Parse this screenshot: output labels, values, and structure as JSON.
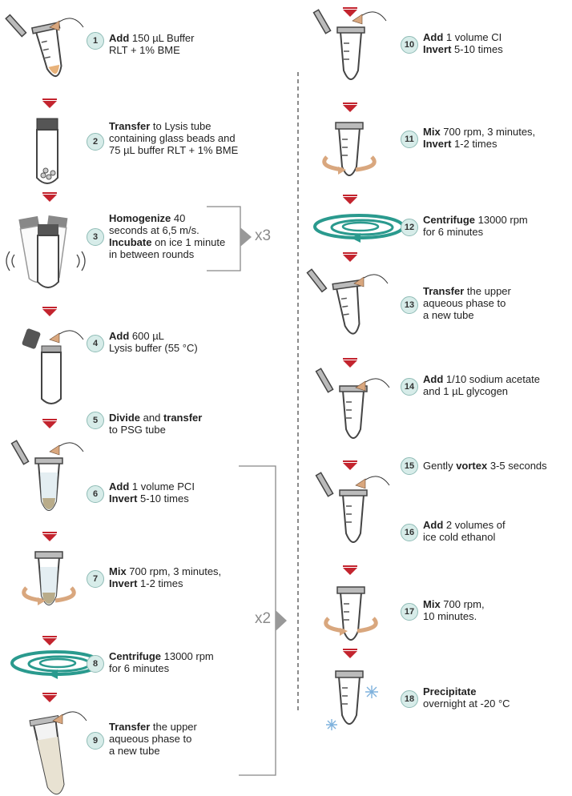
{
  "steps": [
    {
      "n": "1",
      "lines": [
        [
          "Add",
          " 150 µL Buffer"
        ],
        [
          "",
          "RLT + 1% BME"
        ]
      ]
    },
    {
      "n": "2",
      "lines": [
        [
          "Transfer",
          " to Lysis tube"
        ],
        [
          "",
          "containing glass beads and"
        ],
        [
          "",
          "75 µL buffer RLT + 1% BME"
        ]
      ]
    },
    {
      "n": "3",
      "lines": [
        [
          "Homogenize",
          " 40"
        ],
        [
          "",
          "seconds at 6,5 m/s."
        ],
        [
          "Incubate",
          " on ice 1 minute"
        ],
        [
          "",
          "in between rounds"
        ]
      ]
    },
    {
      "n": "4",
      "lines": [
        [
          "Add",
          " 600 µL"
        ],
        [
          "",
          "Lysis buffer (55 °C)"
        ]
      ]
    },
    {
      "n": "5",
      "lines": [
        [
          "Divide",
          " and "
        ],
        [
          "",
          "to PSG tube"
        ]
      ],
      "bold2": "transfer"
    },
    {
      "n": "6",
      "lines": [
        [
          "Add",
          " 1 volume PCI"
        ],
        [
          "Invert",
          " 5-10 times"
        ]
      ]
    },
    {
      "n": "7",
      "lines": [
        [
          "Mix",
          " 700 rpm, 3 minutes,"
        ],
        [
          "Invert",
          " 1-2 times"
        ]
      ]
    },
    {
      "n": "8",
      "lines": [
        [
          "Centrifuge",
          " 13000 rpm"
        ],
        [
          "",
          "for 6 minutes"
        ]
      ]
    },
    {
      "n": "9",
      "lines": [
        [
          "Transfer",
          " the upper"
        ],
        [
          "",
          "aqueous phase to"
        ],
        [
          "",
          "a new tube"
        ]
      ]
    },
    {
      "n": "10",
      "lines": [
        [
          "Add",
          " 1 volume CI"
        ],
        [
          "Invert",
          " 5-10 times"
        ]
      ]
    },
    {
      "n": "11",
      "lines": [
        [
          "Mix",
          " 700 rpm, 3 minutes,"
        ],
        [
          "Invert",
          " 1-2 times"
        ]
      ]
    },
    {
      "n": "12",
      "lines": [
        [
          "Centrifuge",
          " 13000 rpm"
        ],
        [
          "",
          "for 6 minutes"
        ]
      ]
    },
    {
      "n": "13",
      "lines": [
        [
          "Transfer",
          " the upper"
        ],
        [
          "",
          "aqueous phase to"
        ],
        [
          "",
          "a new tube"
        ]
      ]
    },
    {
      "n": "14",
      "lines": [
        [
          "Add",
          " 1/10 sodium acetate"
        ],
        [
          "",
          "and 1 µL glycogen"
        ]
      ]
    },
    {
      "n": "15",
      "lines": [
        [
          "",
          "Gently "
        ],
        [
          "",
          ""
        ]
      ],
      "special": "vortex"
    },
    {
      "n": "16",
      "lines": [
        [
          "Add",
          " 2 volumes of"
        ],
        [
          "",
          "ice cold ethanol"
        ]
      ]
    },
    {
      "n": "17",
      "lines": [
        [
          "Mix",
          " 700 rpm,"
        ],
        [
          "",
          "10 minutes."
        ]
      ]
    },
    {
      "n": "18",
      "lines": [
        [
          "Precipitate",
          ""
        ],
        [
          "",
          "overnight at -20 °C"
        ]
      ]
    }
  ],
  "repeat_a": "x3",
  "repeat_b": "x2",
  "colors": {
    "arrow": "#c3242e",
    "teal": "#2a9a8e",
    "badge": "#d7ece9",
    "hand": "#d9a77e"
  }
}
